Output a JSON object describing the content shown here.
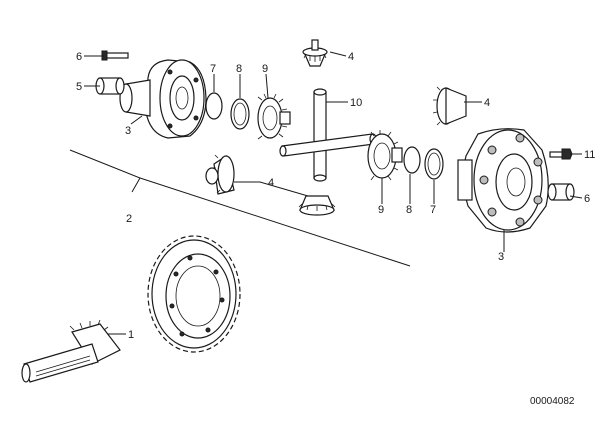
{
  "diagram": {
    "drawing_number": "00004082",
    "callouts": {
      "c1": "1",
      "c2": "2",
      "c4a": "4",
      "c4b": "4",
      "c4c": "4",
      "c5": "5",
      "c6": "6",
      "c7a": "7",
      "c7b": "7",
      "c8a": "8",
      "c8b": "8",
      "c9a": "9",
      "c9b": "9",
      "c10": "10",
      "c11": "11",
      "c3a": "3",
      "c3b": "3",
      "c6b": "6"
    }
  }
}
